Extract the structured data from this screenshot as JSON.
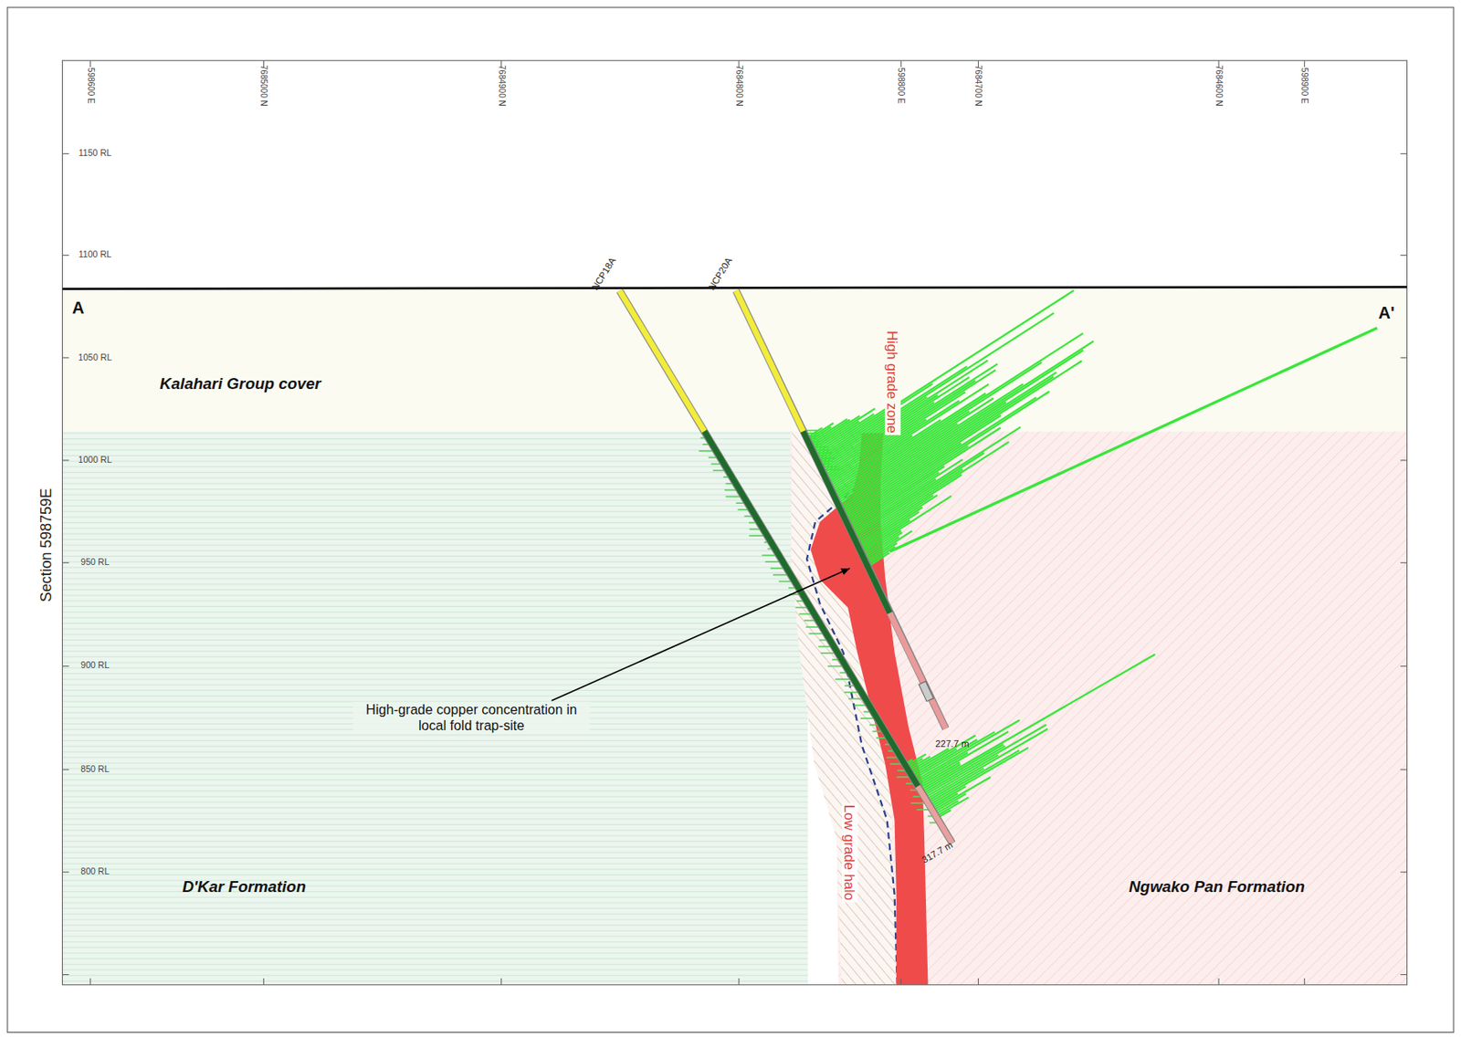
{
  "diagram": {
    "labels": [
      "598600 E",
      "7685000 N",
      "7684900 N",
      "7684800 N",
      "598800 E",
      "7684700 N",
      "7684600 N",
      "598900 E",
      "1150 RL",
      "1100 RL",
      "1050 RL",
      "1000 RL",
      "950 RL",
      "900 RL",
      "850 RL",
      "800 RL",
      "Section 598759E",
      "A",
      "A'",
      "Kalahari Group cover",
      "D'Kar Formation",
      "Ngwako Pan Formation",
      "NCP18A",
      "NCP20A",
      "High grade zone",
      "Low grade halo",
      "High-grade copper concentration in local fold trap-site",
      "227.7 m",
      "317.7 m"
    ]
  }
}
